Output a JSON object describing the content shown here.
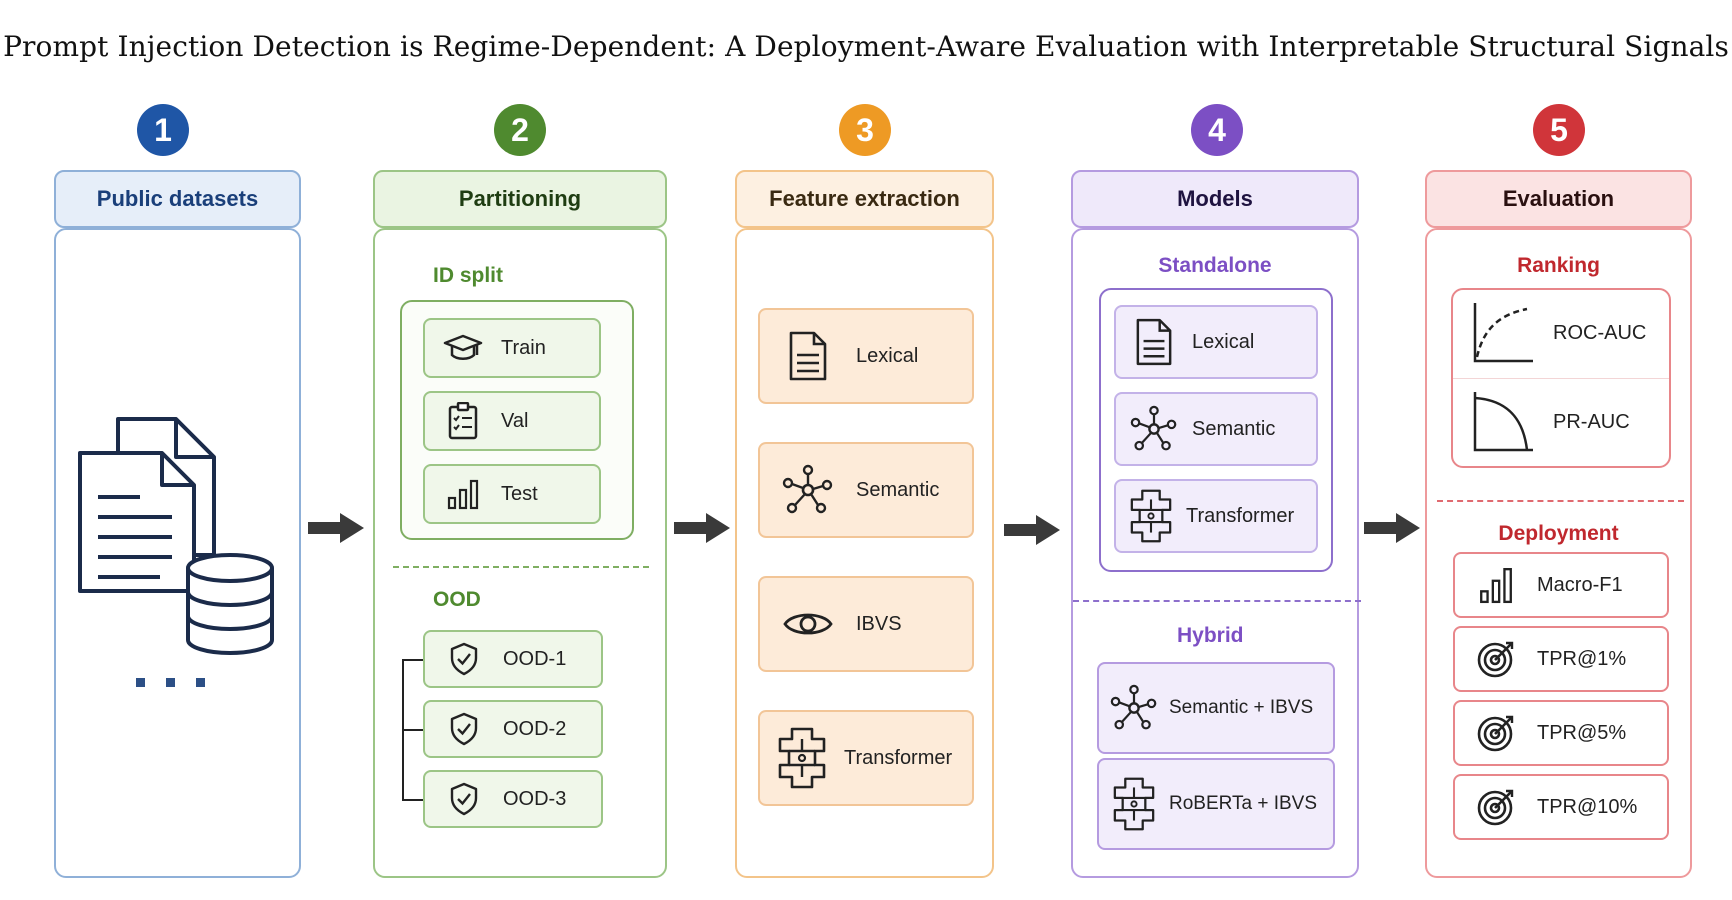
{
  "title": "Prompt Injection Detection is Regime-Dependent: A Deployment-Aware Evaluation with Interpretable Structural Signals",
  "colors": {
    "blue": "#1f56a6",
    "green": "#4f8a2f",
    "orange": "#ee9a24",
    "purple": "#7c4fc4",
    "red": "#d0353a"
  },
  "steps": {
    "s1": {
      "number": "1",
      "header": "Public datasets",
      "icons": [
        "documents-icon",
        "database-icon",
        "ellipsis-icon"
      ]
    },
    "s2": {
      "number": "2",
      "header": "Partitioning",
      "id_label": "ID split",
      "id_items": [
        {
          "label": "Train",
          "icon": "graduation-cap-icon"
        },
        {
          "label": "Val",
          "icon": "clipboard-icon"
        },
        {
          "label": "Test",
          "icon": "bar-chart-icon"
        }
      ],
      "ood_label": "OOD",
      "ood_items": [
        {
          "label": "OOD-1",
          "icon": "shield-check-icon"
        },
        {
          "label": "OOD-2",
          "icon": "shield-check-icon"
        },
        {
          "label": "OOD-3",
          "icon": "shield-check-icon"
        }
      ]
    },
    "s3": {
      "number": "3",
      "header": "Feature extraction",
      "items": [
        {
          "label": "Lexical",
          "icon": "document-icon"
        },
        {
          "label": "Semantic",
          "icon": "network-icon"
        },
        {
          "label": "IBVS",
          "icon": "eye-icon"
        },
        {
          "label": "Transformer",
          "icon": "chip-icon"
        }
      ]
    },
    "s4": {
      "number": "4",
      "header": "Models",
      "standalone_label": "Standalone",
      "standalone_items": [
        {
          "label": "Lexical",
          "icon": "document-icon"
        },
        {
          "label": "Semantic",
          "icon": "network-icon"
        },
        {
          "label": "Transformer",
          "icon": "chip-icon"
        }
      ],
      "hybrid_label": "Hybrid",
      "hybrid_items": [
        {
          "label": "Semantic + IBVS",
          "icon": "network-icon"
        },
        {
          "label": "RoBERTa + IBVS",
          "icon": "chip-icon"
        }
      ]
    },
    "s5": {
      "number": "5",
      "header": "Evaluation",
      "ranking_label": "Ranking",
      "ranking_items": [
        {
          "label": "ROC-AUC",
          "icon": "roc-curve-icon"
        },
        {
          "label": "PR-AUC",
          "icon": "pr-curve-icon"
        }
      ],
      "deployment_label": "Deployment",
      "deployment_items": [
        {
          "label": "Macro-F1",
          "icon": "bar-chart-icon"
        },
        {
          "label": "TPR@1%",
          "icon": "target-icon"
        },
        {
          "label": "TPR@5%",
          "icon": "target-icon"
        },
        {
          "label": "TPR@10%",
          "icon": "target-icon"
        }
      ]
    }
  }
}
